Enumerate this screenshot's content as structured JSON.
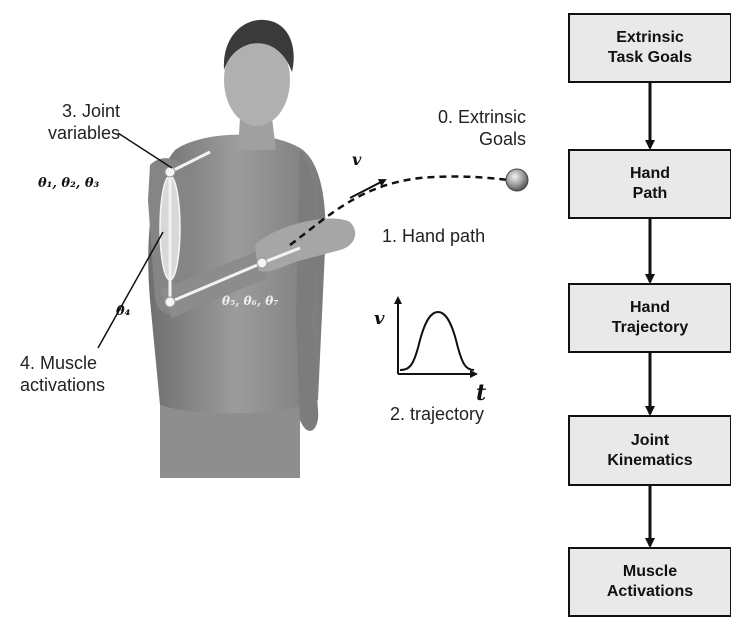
{
  "labels": {
    "goals_0_line1": "0.  Extrinsic",
    "goals_0_line2": "Goals",
    "hand_path_1": "1. Hand path",
    "trajectory_2": "2. trajectory",
    "joint_vars_line1": "3. Joint",
    "joint_vars_line2": "variables",
    "muscle_act_line1": "4. Muscle",
    "muscle_act_line2": "activations"
  },
  "symbols": {
    "velocity": "v",
    "time": "t",
    "shoulder_angles": "θ₁, θ₂, θ₃",
    "elbow_angle": "θ₄",
    "wrist_angles": "θ₅, θ₆, θ₇"
  },
  "flowchart": [
    {
      "line1": "Extrinsic",
      "line2": "Task Goals"
    },
    {
      "line1": "Hand",
      "line2": "Path"
    },
    {
      "line1": "Hand",
      "line2": "Trajectory"
    },
    {
      "line1": "Joint",
      "line2": "Kinematics"
    },
    {
      "line1": "Muscle",
      "line2": "Activations"
    }
  ],
  "colors": {
    "box_fill": "#e9e9e9",
    "box_border": "#111111",
    "figure_shirt": "#8a8a8a",
    "figure_skin": "#a9a9a9"
  }
}
